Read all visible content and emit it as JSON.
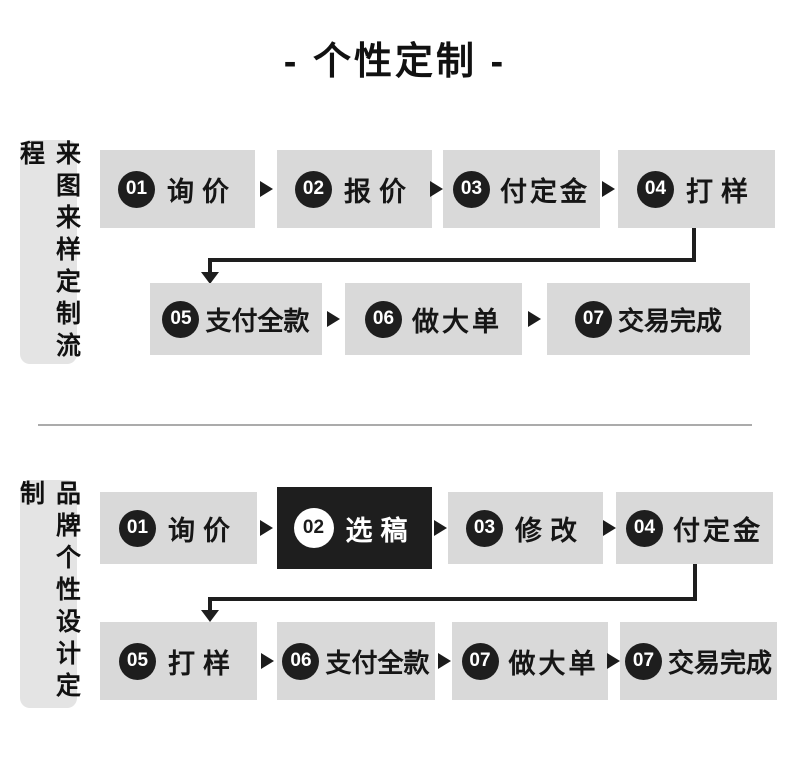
{
  "title": "- 个性定制 -",
  "colors": {
    "box_gray": "#d9d9d9",
    "sidebar_gray": "#e4e4e4",
    "ink": "#1c1c1c",
    "highlight_bg": "#1e1e1e",
    "divider": "#ababab"
  },
  "section1": {
    "sidebar_label": "来图来样定制流程",
    "row1": [
      {
        "num": "01",
        "label": "询价"
      },
      {
        "num": "02",
        "label": "报价"
      },
      {
        "num": "03",
        "label": "付定金"
      },
      {
        "num": "04",
        "label": "打样"
      }
    ],
    "row2": [
      {
        "num": "05",
        "label": "支付全款"
      },
      {
        "num": "06",
        "label": "做大单"
      },
      {
        "num": "07",
        "label": "交易完成"
      }
    ]
  },
  "section2": {
    "sidebar_label": "品牌个性设计定制",
    "row1": [
      {
        "num": "01",
        "label": "询价"
      },
      {
        "num": "02",
        "label": "选稿",
        "highlighted": true
      },
      {
        "num": "03",
        "label": "修改"
      },
      {
        "num": "04",
        "label": "付定金"
      }
    ],
    "row2": [
      {
        "num": "05",
        "label": "打样"
      },
      {
        "num": "06",
        "label": "支付全款"
      },
      {
        "num": "07",
        "label": "做大单"
      },
      {
        "num": "07",
        "label": "交易完成"
      }
    ]
  }
}
